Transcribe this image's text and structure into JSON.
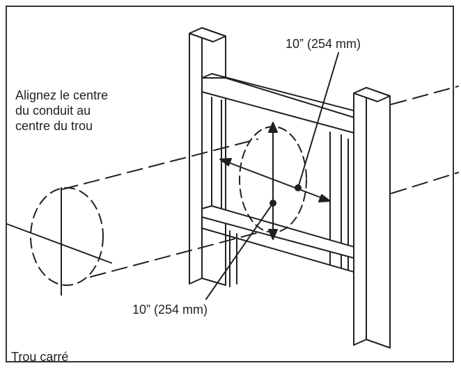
{
  "labels": {
    "align_line1": "Alignez le centre",
    "align_line2": "du conduit au",
    "align_line3": "centre du trou",
    "dim_top": "10” (254 mm)",
    "dim_bottom": "10” (254 mm)",
    "square_hole": "Trou carré"
  },
  "colors": {
    "ink": "#231f20",
    "border": "#333333",
    "background": "#ffffff"
  }
}
